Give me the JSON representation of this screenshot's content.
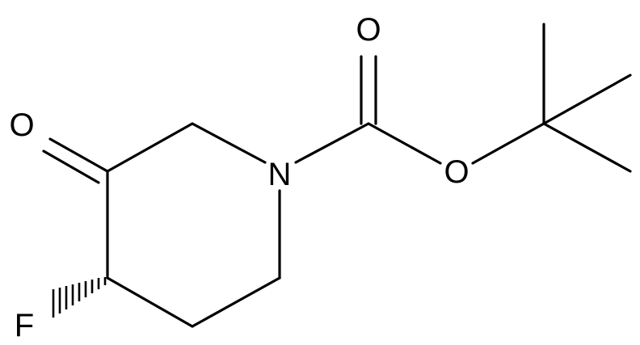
{
  "molecule": {
    "atoms": {
      "n1": "N",
      "o_ketone": "O",
      "o_carbonyl": "O",
      "o_ester": "O",
      "f": "F"
    }
  },
  "colors": {
    "bond": "#000000",
    "background": "#ffffff"
  }
}
